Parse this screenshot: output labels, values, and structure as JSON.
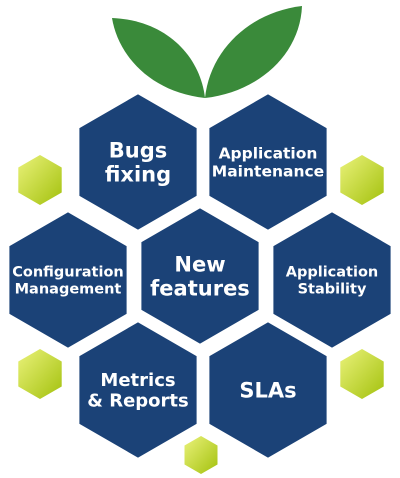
{
  "colors": {
    "hex_fill": "#1b4277",
    "hex_stroke": "#ffffff",
    "accent_gradient_start": "#eaf27a",
    "accent_gradient_end": "#a3c10d",
    "leaf_color": "#3a8a3a"
  },
  "hexagons": [
    {
      "id": "bugs-fixing",
      "lines": [
        "Bugs",
        "fixing"
      ]
    },
    {
      "id": "application-maintenance",
      "lines": [
        "Application",
        "Maintenance"
      ]
    },
    {
      "id": "configuration-management",
      "lines": [
        "Configuration",
        "Management"
      ]
    },
    {
      "id": "new-features",
      "lines": [
        "New",
        "features"
      ]
    },
    {
      "id": "application-stability",
      "lines": [
        "Application",
        "Stability"
      ]
    },
    {
      "id": "metrics-reports",
      "lines": [
        "Metrics",
        "& Reports"
      ]
    },
    {
      "id": "slas",
      "lines": [
        "SLAs"
      ]
    }
  ]
}
